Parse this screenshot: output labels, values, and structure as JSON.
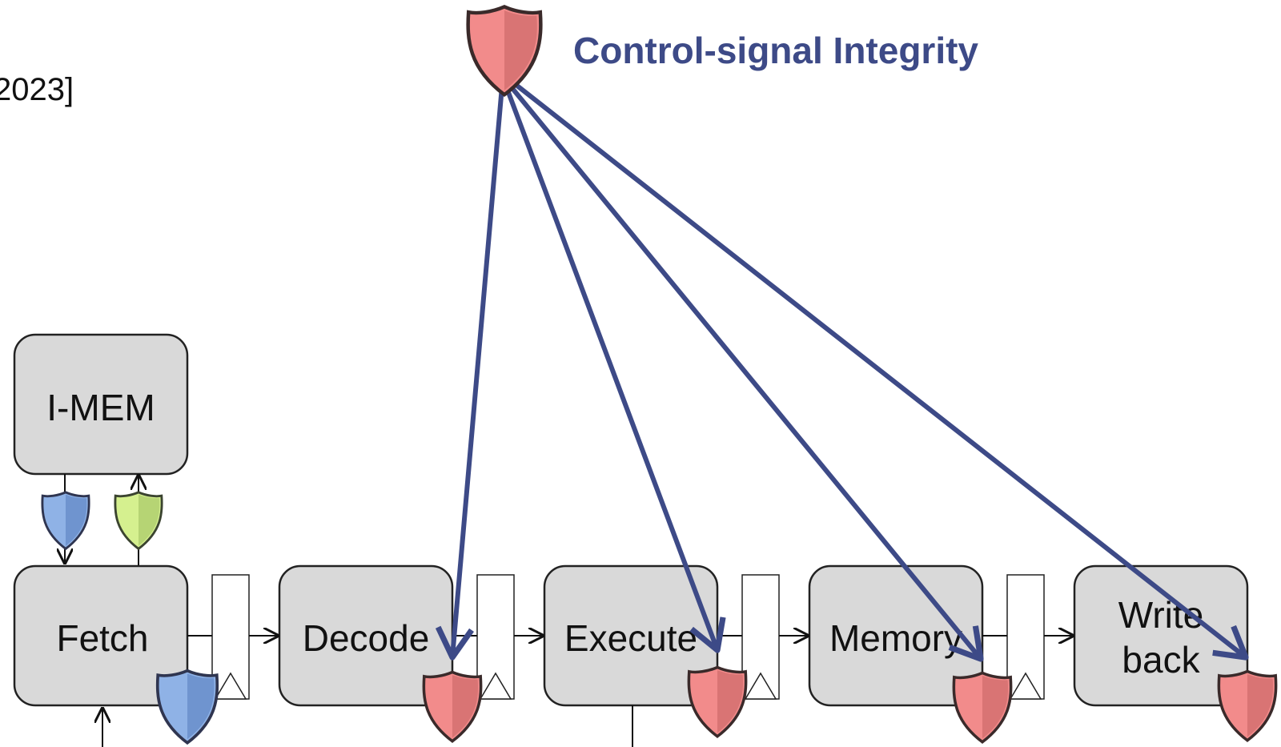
{
  "citation": "2023]",
  "title": {
    "text": "Control-signal Integrity",
    "color": "#3d4a87"
  },
  "blocks": {
    "imem": "I-MEM",
    "fetch": "Fetch",
    "decode": "Decode",
    "execute": "Execute",
    "memory": "Memory",
    "writeback_line1": "Write",
    "writeback_line2": "back"
  },
  "shields": {
    "control": {
      "icon": "shield-icon",
      "fill": "#f28b8b",
      "shade": "#d97474"
    },
    "imem_read": {
      "icon": "shield-icon",
      "fill": "#8fb2e6",
      "shade": "#6f94cf"
    },
    "imem_write": {
      "icon": "shield-icon",
      "fill": "#d5f08f",
      "shade": "#b6d474"
    },
    "fetch": {
      "icon": "shield-icon",
      "fill": "#8fb2e6",
      "shade": "#6f94cf"
    },
    "stage": {
      "icon": "shield-icon",
      "fill": "#f28b8b",
      "shade": "#d97474"
    }
  },
  "colors": {
    "block_fill": "#d9d9d9",
    "arrow": "#3d4a87",
    "outline": "#222222"
  }
}
